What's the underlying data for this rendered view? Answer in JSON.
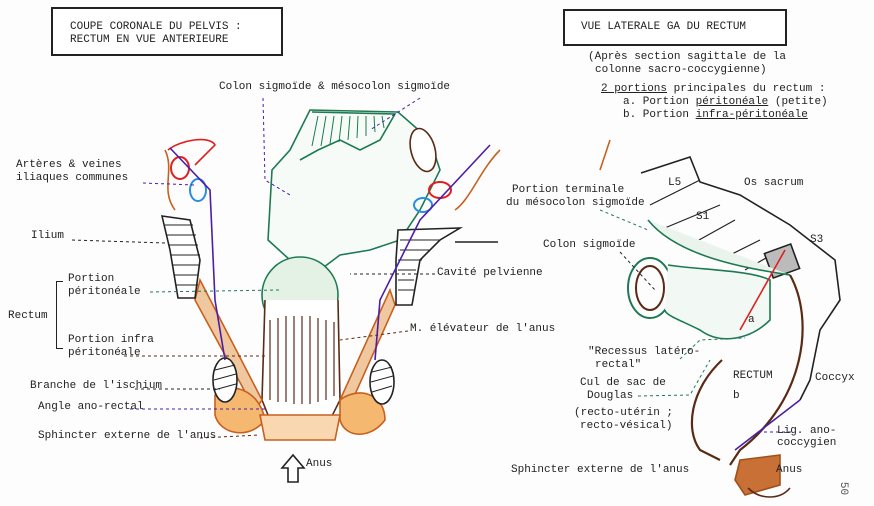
{
  "left_panel": {
    "title_line1": "COUPE CORONALE DU PELVIS :",
    "title_line2": "RECTUM EN VUE ANTERIEURE",
    "labels": {
      "colon_sigmoide": "Colon sigmoïde & mésocolon sigmoïde",
      "arteres_1": "Artères & veines",
      "arteres_2": "iliaques communes",
      "ilium": "Ilium",
      "rectum": "Rectum",
      "portion_peri_1": "Portion",
      "portion_peri_2": "péritonéale",
      "portion_infra_1": "Portion infra",
      "portion_infra_2": "péritonéale",
      "branche_ischium": "Branche de l'ischium",
      "angle_ano_rectal": "Angle ano-rectal",
      "sphincter": "Sphincter externe de l'anus",
      "anus": "Anus",
      "cavite": "Cavité pelvienne",
      "elevateur": "M. élévateur de l'anus"
    }
  },
  "right_panel": {
    "title": "VUE LATERALE GA DU RECTUM",
    "subtitle_1": "(Après section sagittale de la",
    "subtitle_2": "colonne sacro-coccygienne)",
    "portions_heading_ul": "2 portions",
    "portions_heading_rest": " principales du rectum :",
    "portion_a_prefix": "a. Portion ",
    "portion_a_ul": "péritonéale",
    "portion_a_suffix": " (petite)",
    "portion_b_prefix": "b. Portion ",
    "portion_b_ul": "infra-péritonéale",
    "labels": {
      "portion_terminale_1": "Portion terminale",
      "portion_terminale_2": "du mésocolon sigmoïde",
      "l5": "L5",
      "os_sacrum": "Os sacrum",
      "s1": "S1",
      "s3": "S3",
      "colon_sigmoide": "Colon sigmoïde",
      "recessus_1": "\"Recessus latéro-",
      "recessus_2": "rectal\"",
      "a": "a",
      "rectum": "RECTUM",
      "b": "b",
      "cul_de_sac_1": "Cul de sac de",
      "cul_de_sac_2": "Douglas",
      "recto_1": "(recto-utérin ;",
      "recto_2": "recto-vésical)",
      "coccyx": "Coccyx",
      "lig_1": "Lig. ano-",
      "lig_2": "coccygien",
      "sphincter": "Sphincter externe de l'anus",
      "anus": "Anus"
    }
  },
  "page_number": "50",
  "colors": {
    "green": "#1e7a52",
    "brown": "#5a2a14",
    "red": "#e02020",
    "blue": "#2a8ee0",
    "purple": "#4a1ea8",
    "orange": "#c8601e"
  }
}
